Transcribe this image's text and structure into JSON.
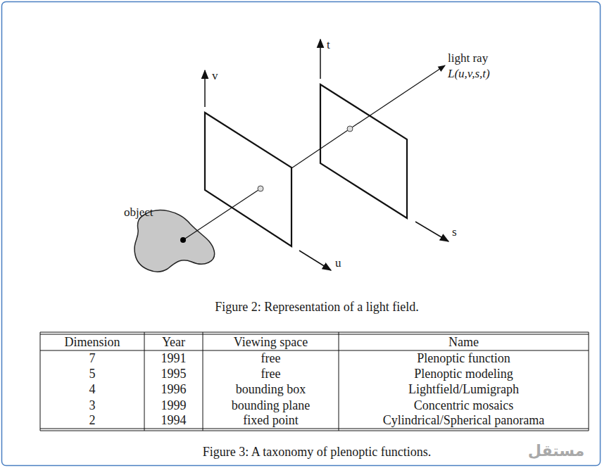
{
  "diagram": {
    "caption": "Figure 2: Representation of a light field.",
    "labels": [
      "v",
      "t",
      "light ray",
      "L(u,v,s,t)",
      "object",
      "u",
      "s",
      "Dimension",
      "Year",
      "Viewing space",
      "Name",
      "7",
      "1991",
      "free",
      "Plenoptic function",
      "5",
      "1995",
      "free",
      "Plenoptic modeling",
      "4",
      "1996",
      "bounding box",
      "Lightfield/Lumigraph",
      "3",
      "1999",
      "bounding plane",
      "Concentric mosaics",
      "2",
      "1994",
      "fixed point",
      "Cylindrical/Spherical panorama",
      "Figure 3: A taxonomy of plenoptic functions.",
      "مستقل"
    ]
  }
}
